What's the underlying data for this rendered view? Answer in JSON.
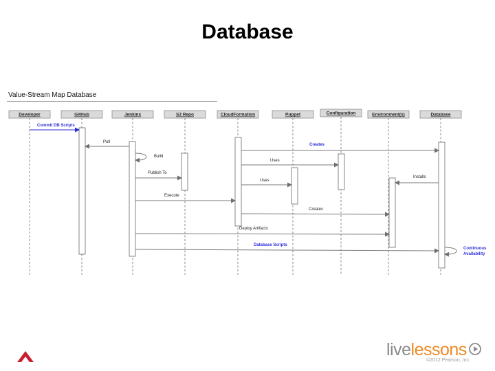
{
  "slide": {
    "title": "Database"
  },
  "diagram": {
    "title": "Value-Stream Map Database",
    "participants": [
      {
        "key": "developer",
        "label": "Developer"
      },
      {
        "key": "github",
        "label": "GitHub"
      },
      {
        "key": "jenkins",
        "label": "Jenkins"
      },
      {
        "key": "s3",
        "label": "S3 Repo"
      },
      {
        "key": "cloudformation",
        "label": "CloudFormation"
      },
      {
        "key": "puppet",
        "label": "Puppet"
      },
      {
        "key": "configuration",
        "label": "Configuration"
      },
      {
        "key": "environment",
        "label": "Environment(s)"
      },
      {
        "key": "database",
        "label": "Database"
      }
    ],
    "messages": [
      {
        "from": "developer",
        "to": "github",
        "label": "Commit DB Scripts",
        "style": "blue"
      },
      {
        "from": "jenkins",
        "to": "github",
        "label": "Poll",
        "style": "normal"
      },
      {
        "from": "jenkins",
        "to": "jenkins",
        "label": "Build",
        "style": "self"
      },
      {
        "from": "cloudformation",
        "to": "database",
        "label": "Creates",
        "style": "blue"
      },
      {
        "from": "cloudformation",
        "to": "configuration",
        "label": "Uses",
        "style": "normal"
      },
      {
        "from": "jenkins",
        "to": "s3",
        "label": "Publish To",
        "style": "normal"
      },
      {
        "from": "database",
        "to": "environment",
        "label": "Installs",
        "style": "normal"
      },
      {
        "from": "cloudformation",
        "to": "puppet",
        "label": "Uses",
        "style": "normal"
      },
      {
        "from": "jenkins",
        "to": "cloudformation",
        "label": "Execute",
        "style": "normal"
      },
      {
        "from": "cloudformation",
        "to": "environment",
        "label": "Creates",
        "style": "normal"
      },
      {
        "from": "jenkins",
        "to": "environment",
        "label": "Deploy Artifacts",
        "style": "normal"
      },
      {
        "from": "jenkins",
        "to": "database",
        "label": "Database Scripts",
        "style": "blue"
      },
      {
        "from": "database",
        "to": "database",
        "label": "Continuous Availability",
        "style": "self-blue"
      }
    ]
  },
  "branding": {
    "logo_live": "live",
    "logo_lessons": "lessons",
    "logo_live_color": "#8a8a8a",
    "logo_lessons_color": "#f08a24",
    "copyright": "©2012 Pearson, Inc."
  },
  "colors": {
    "message_blue": "#2b2bd6",
    "participant_fill": "#dadada",
    "pearson_red": "#c8202f"
  }
}
